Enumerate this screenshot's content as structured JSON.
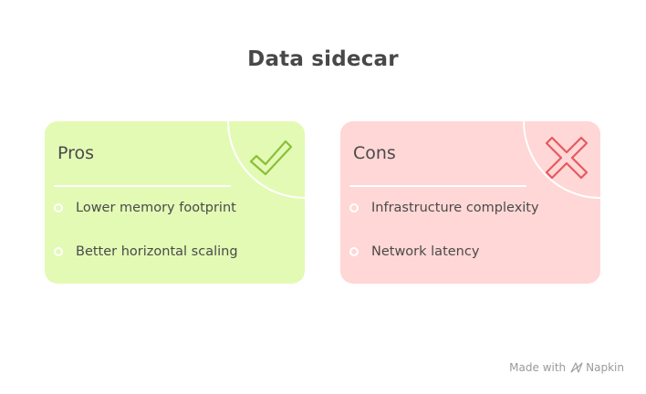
{
  "title": "Data sidecar",
  "pros": {
    "heading": "Pros",
    "icon": "checkmark-icon",
    "background": "#e3fab4",
    "accent": "#8cbf3a",
    "items": [
      {
        "label": "Lower memory footprint"
      },
      {
        "label": "Better horizontal scaling"
      }
    ]
  },
  "cons": {
    "heading": "Cons",
    "icon": "cross-icon",
    "background": "#ffd7d6",
    "accent": "#e45a5f",
    "items": [
      {
        "label": "Infrastructure complexity"
      },
      {
        "label": "Network latency"
      }
    ]
  },
  "footer": {
    "made_with": "Made with",
    "brand": "Napkin",
    "icon": "napkin-logo-icon"
  }
}
